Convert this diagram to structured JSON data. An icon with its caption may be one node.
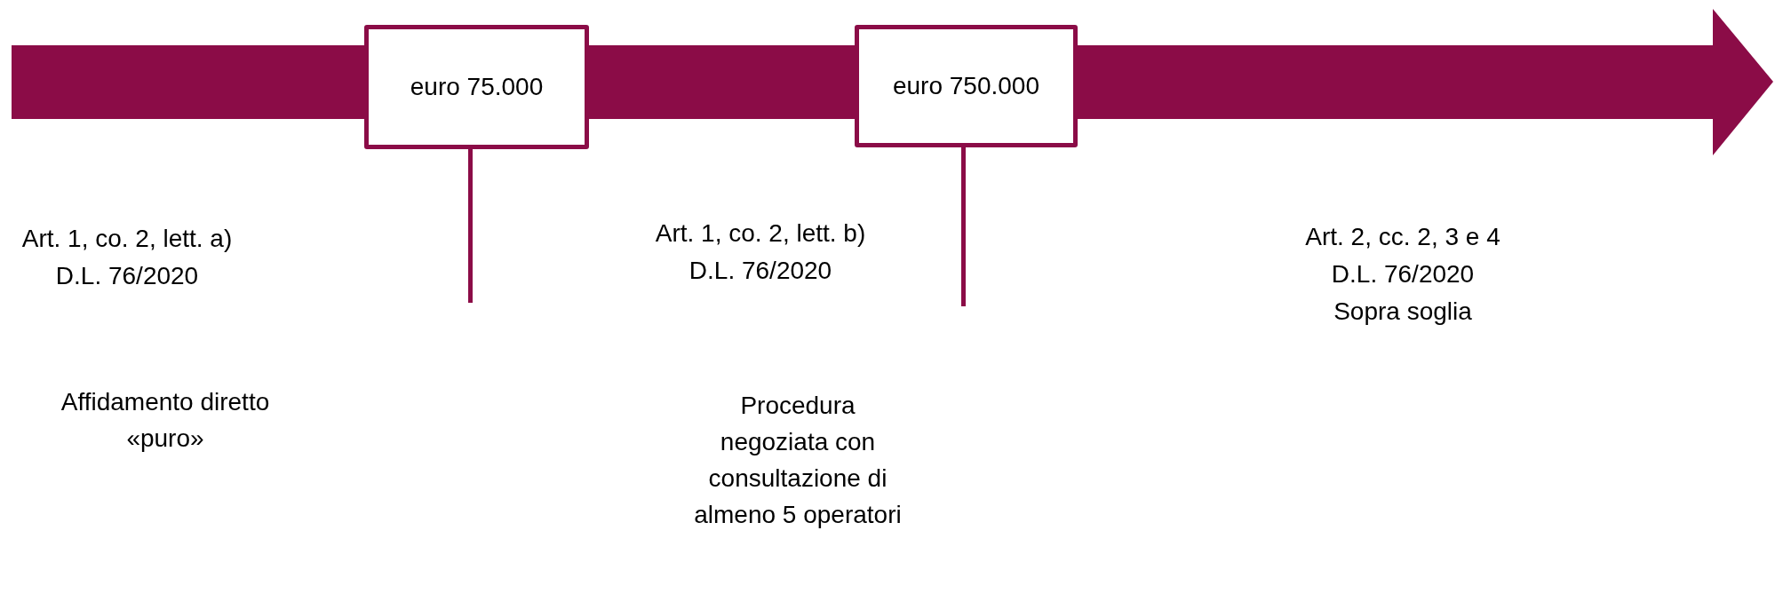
{
  "diagram": {
    "nodes": [
      {
        "text": [
          "euro 75.000"
        ]
      },
      {
        "text": [
          "euro 750.000"
        ]
      }
    ],
    "edges": [
      {
        "from": 0,
        "to": null,
        "arrow": "none"
      },
      {
        "from": 1,
        "to": null,
        "arrow": "none"
      }
    ],
    "labels": [
      "Art. 1, co. 2, lett. a)",
      "D.L. 76/2020",
      "Affidamento diretto «puro»",
      "Art. 1, co. 2, lett. b)",
      "D.L. 76/2020",
      "Procedura negoziata con consultazione di almeno 5 operatori",
      "Art. 2, cc. 2, 3 e 4",
      "D.L. 76/2020",
      "Sopra soglia"
    ]
  }
}
